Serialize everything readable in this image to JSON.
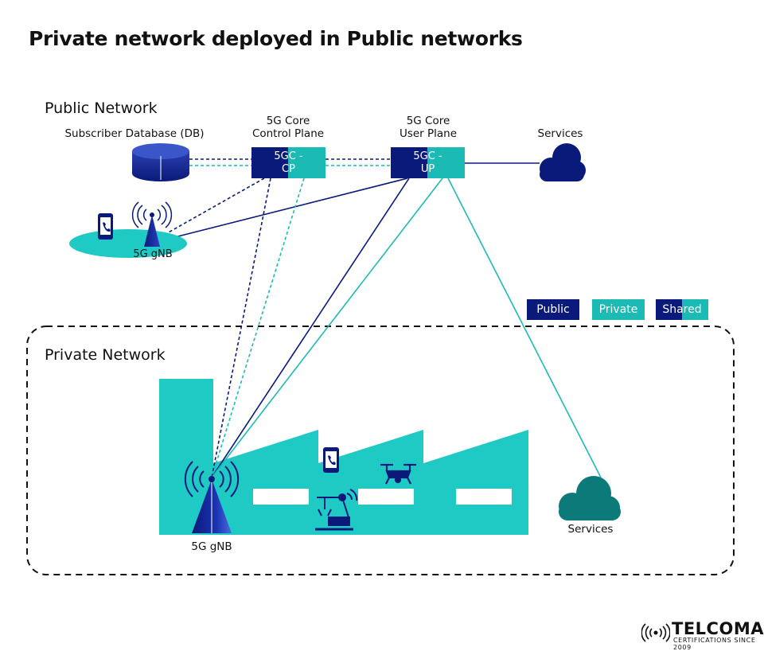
{
  "title": "Private network deployed in Public networks",
  "public_network": {
    "heading": "Public Network",
    "subscriber_db_label": "Subscriber Database (DB)",
    "core_cp_label_line1": "5G Core",
    "core_cp_label_line2": "Control Plane",
    "core_cp_box_line1": "5GC -",
    "core_cp_box_line2": "CP",
    "core_up_label_line1": "5G Core",
    "core_up_label_line2": "User Plane",
    "core_up_box_line1": "5GC -",
    "core_up_box_line2": "UP",
    "services_label": "Services",
    "gnb_label": "5G gNB"
  },
  "private_network": {
    "heading": "Private Network",
    "gnb_label": "5G gNB",
    "services_label": "Services"
  },
  "legend": {
    "public": "Public",
    "private": "Private",
    "shared": "Shared"
  },
  "colors": {
    "public": "#0a1a7a",
    "private": "#1cbab4",
    "factory": "#1fc9c4",
    "services_private": "#0d7a7a"
  },
  "logo": {
    "name": "TELCOMA",
    "tagline": "CERTIFICATIONS SINCE 2009"
  }
}
